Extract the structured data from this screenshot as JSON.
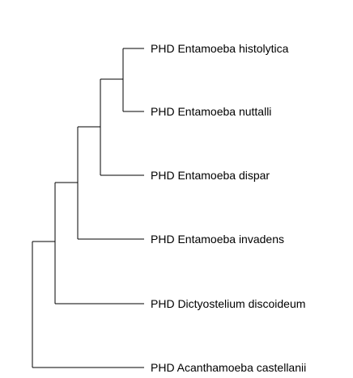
{
  "tree": {
    "line_color": "#000000",
    "leaves": [
      {
        "id": "histolytica",
        "label": "PHD Entamoeba histolytica"
      },
      {
        "id": "nuttalli",
        "label": "PHD Entamoeba nuttalli"
      },
      {
        "id": "dispar",
        "label": "PHD Entamoeba dispar"
      },
      {
        "id": "invadens",
        "label": "PHD Entamoeba invadens"
      },
      {
        "id": "discoideum",
        "label": "PHD Dictyostelium discoideum"
      },
      {
        "id": "castellanii",
        "label": "PHD Acanthamoeba castellanii"
      }
    ],
    "topology": "(((((histolytica,nuttalli),dispar),invadens),discoideum),castellanii)"
  }
}
